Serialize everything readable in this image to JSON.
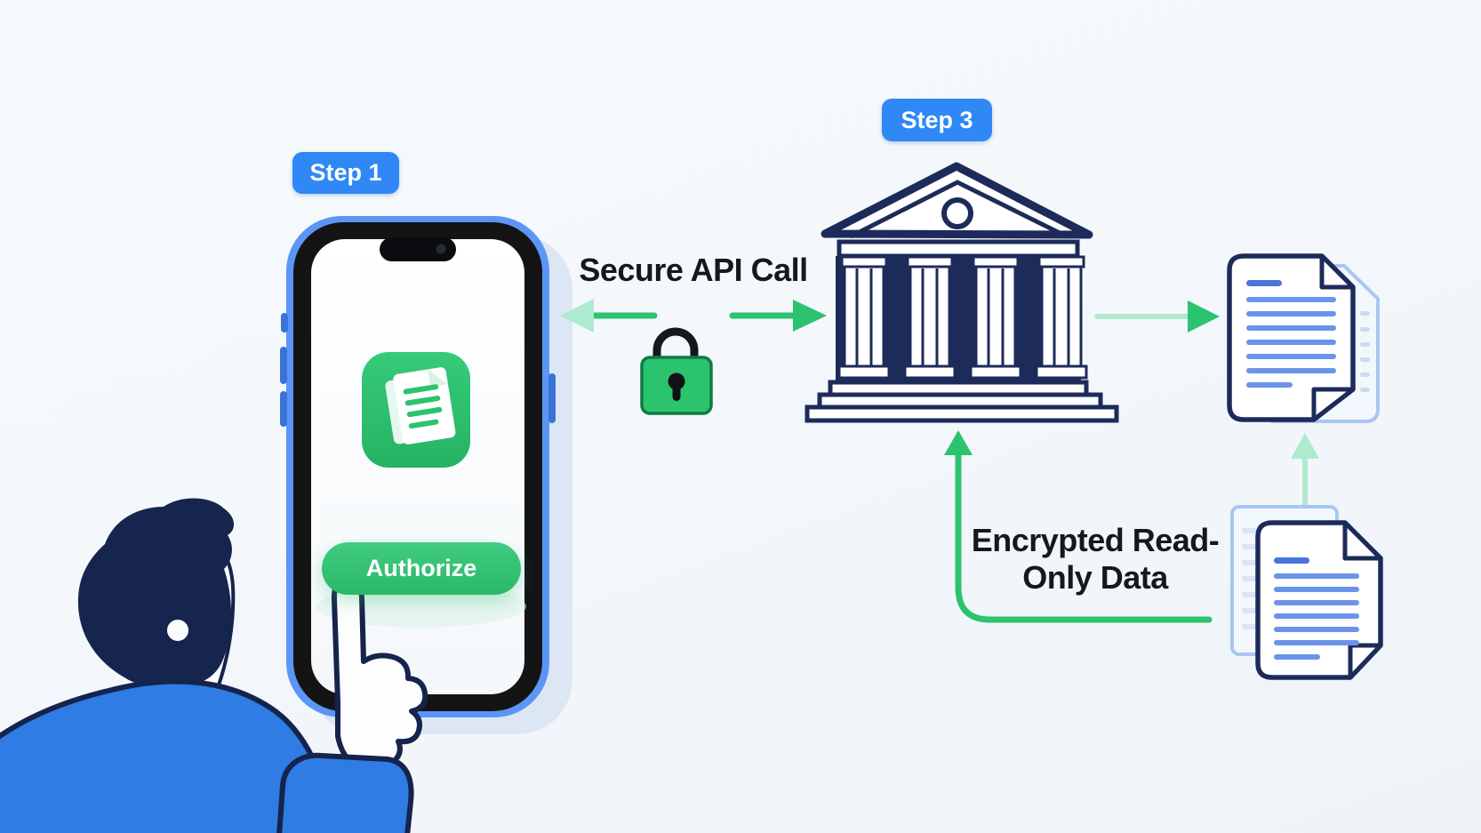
{
  "badges": {
    "step1_label": "Step 1",
    "step3_label": "Step 3"
  },
  "phone": {
    "authorize_label": "Authorize",
    "app_icon_name": "green-document-app-icon"
  },
  "connections": {
    "secure_api_label": "Secure API Call",
    "encrypted_label": "Encrypted Read-Only Data"
  },
  "icons": {
    "lock": "lock-icon",
    "bank": "bank-building-icon",
    "top_document": "document-icon",
    "bottom_documents": "document-stack-icon",
    "person": "person-pointing-illustration",
    "phone": "smartphone-frame"
  },
  "colors": {
    "badge_blue": "#2f88f6",
    "green": "#2cc36f",
    "pale_green": "#aeeacd",
    "navy": "#1d2b5a",
    "doc_line_blue": "#6b94e8",
    "doc_line_accent": "#4a74e0",
    "light_doc_outline": "#a9c6f2",
    "shirt_blue": "#2e7ce4",
    "phone_frame_blue": "#5b96f6",
    "background": "#f4f7fa",
    "text_dark": "#17181c"
  }
}
